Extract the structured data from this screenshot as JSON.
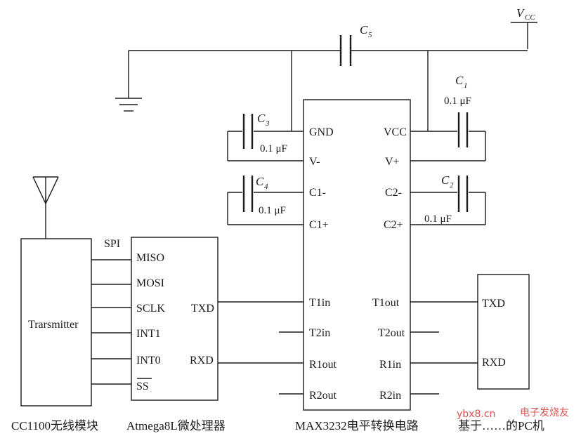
{
  "power": {
    "vcc_symbol": "V",
    "vcc_subscript": "CC"
  },
  "capacitors": {
    "c1": {
      "name": "C",
      "sub": "1",
      "value": "0.1 μF"
    },
    "c2": {
      "name": "C",
      "sub": "2",
      "value": "0.1 μF"
    },
    "c3": {
      "name": "C",
      "sub": "3",
      "value": "0.1 μF"
    },
    "c4": {
      "name": "C",
      "sub": "4",
      "value": "0.1 μF"
    },
    "c5": {
      "name": "C",
      "sub": "5"
    }
  },
  "antenna": {
    "icon": "antenna-icon"
  },
  "ground": {
    "icon": "ground-icon"
  },
  "cc1100": {
    "label": "Trarsmitter",
    "bus_label": "SPI",
    "caption": "CC1100无线模块"
  },
  "atmega": {
    "left_pins": [
      "MISO",
      "MOSI",
      "SCLK",
      "INT1",
      "INT0",
      "SS"
    ],
    "right_pins": [
      "TXD",
      "RXD"
    ],
    "caption": "Atmega8L微处理器"
  },
  "max3232": {
    "left_pins": [
      "GND",
      "V-",
      "C1-",
      "C1+",
      "T1in",
      "T2in",
      "R1out",
      "R2out"
    ],
    "right_pins": [
      "VCC",
      "V+",
      "C2-",
      "C2+",
      "T1out",
      "T2out",
      "R1in",
      "R2in"
    ],
    "caption": "MAX3232电平转换电路"
  },
  "pc": {
    "pins": [
      "TXD",
      "RXD"
    ],
    "caption": "基于……的PC机"
  },
  "watermark": {
    "site": "ybx8.cn",
    "brand": "电子发烧友"
  }
}
